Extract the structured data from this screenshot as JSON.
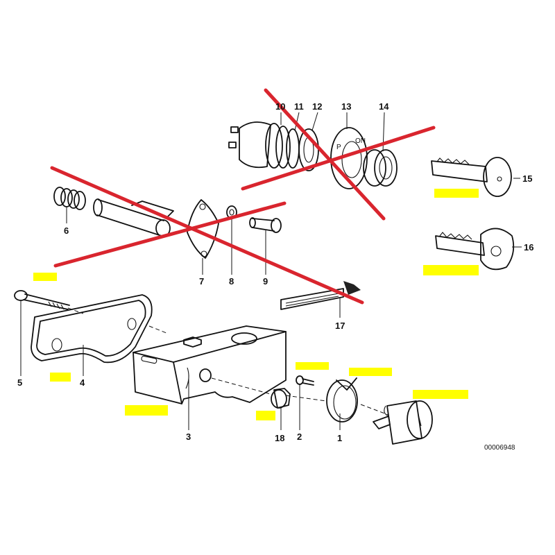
{
  "callouts": {
    "c1": "1",
    "c2": "2",
    "c3": "3",
    "c4": "4",
    "c5": "5",
    "c6": "6",
    "c7": "7",
    "c8": "8",
    "c9": "9",
    "c10": "10",
    "c11": "11",
    "c12": "12",
    "c13": "13",
    "c14": "14",
    "c15": "15",
    "c16": "16",
    "c17": "17",
    "c18": "18"
  },
  "reference_number": "00006948",
  "colors": {
    "strike_out": "#d9252e",
    "highlight": "#ffff00",
    "line": "#111111"
  }
}
